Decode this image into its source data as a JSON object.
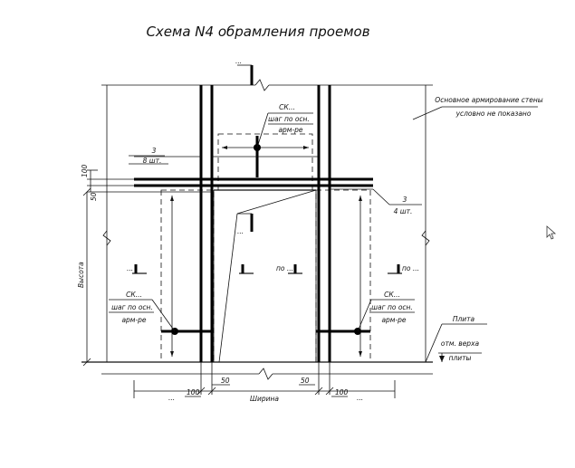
{
  "title": "Схема N4 обрамления проемов",
  "notes": {
    "main_reinf_line1": "Основное армирование стены",
    "main_reinf_line2": "условно не показано",
    "slab": "Плита",
    "slab_top_line1": "отм. верха",
    "slab_top_line2": "плиты"
  },
  "labels": {
    "ellipsis": "...",
    "ck": "СК...",
    "step_line1": "шаг по осн.",
    "step_line2": "арм-ре",
    "three": "3",
    "eight_pcs": "8 шт.",
    "four_pcs": "4 шт.",
    "po": "по ...",
    "po_bar": "по ...",
    "height": "Высота",
    "width": "Ширина",
    "d100": "100",
    "d50": "50"
  },
  "cursor": "cursor-arrow-icon"
}
